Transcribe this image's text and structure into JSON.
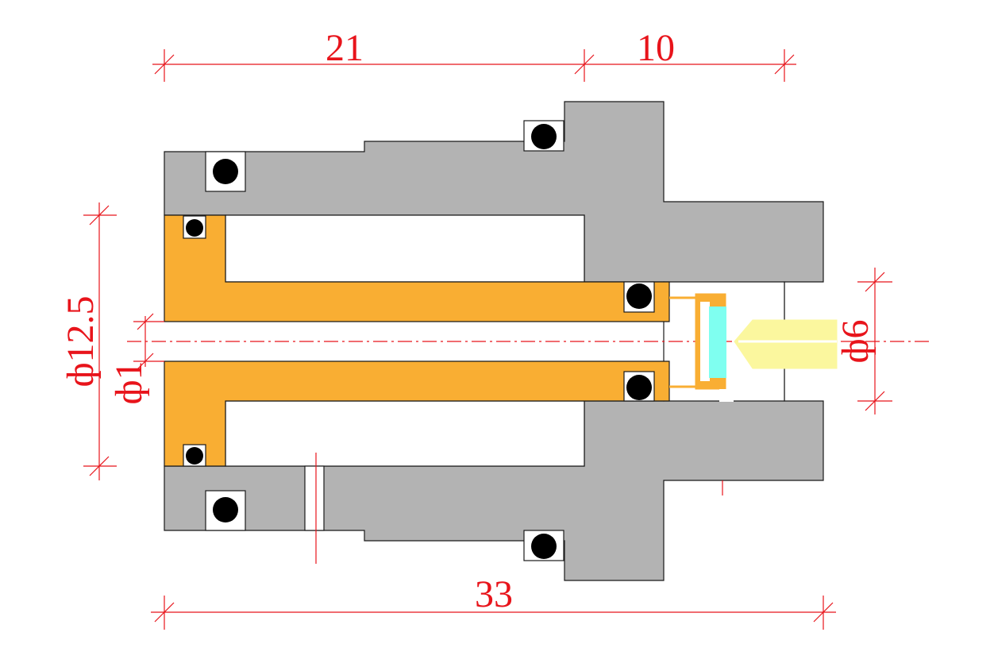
{
  "dimensions": {
    "top_left_length": "21",
    "top_right_length": "10",
    "bottom_total_length": "33",
    "outer_diameter": "ф12.5",
    "center_hole_diameter": "ф1",
    "nozzle_diameter": "ф6"
  },
  "colors": {
    "body": "#b3b3b3",
    "piston": "#f9ae33",
    "oring": "#000000",
    "dimension": "#e8141b",
    "lens": "#7ffff0",
    "nozzle": "#fbf79e"
  }
}
